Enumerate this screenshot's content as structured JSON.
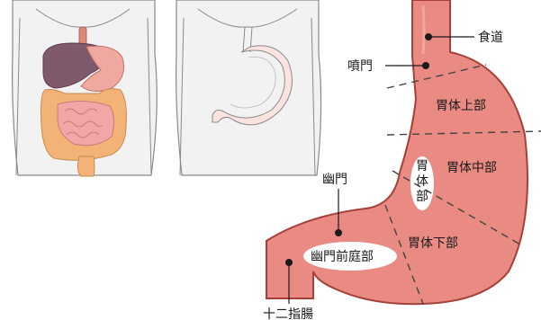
{
  "labels": {
    "esophagus": "食道",
    "cardia": "噴門",
    "upper_body": "胃体上部",
    "middle_body": "胃体中部",
    "lower_body": "胃体下部",
    "angulus": "胃体部",
    "pylorus": "幽門",
    "antrum": "幽門前庭部",
    "duodenum": "十二指腸"
  },
  "colors": {
    "stomach_fill": "#e98b82",
    "stomach_stroke": "#a63f37",
    "skin_fill": "#f2f2f2",
    "skin_stroke": "#8a8a8a",
    "liver": "#7e5a6c",
    "stomach_small": "#f0a9a0",
    "colon": "#f3b377",
    "small_intestine": "#f2a6a6",
    "esophagus_small": "#d98a7a",
    "divider": "#444444"
  }
}
